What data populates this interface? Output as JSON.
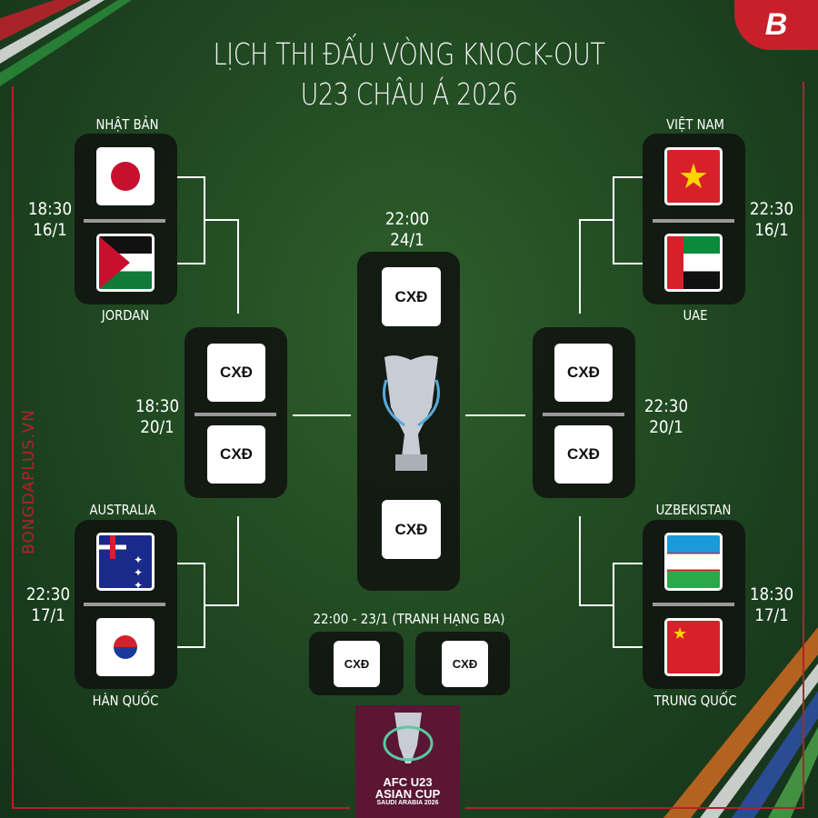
{
  "title": {
    "line1": "LỊCH THI ĐẤU VÒNG KNOCK-OUT",
    "line2": "U23 CHÂU Á 2026"
  },
  "watermark": "BONGDAPLUS.VN",
  "brand_logo": "B",
  "tbd": "CXĐ",
  "quarterfinals": [
    {
      "team1": "NHẬT BẢN",
      "team2": "JORDAN",
      "time": "18:30",
      "date": "16/1"
    },
    {
      "team1": "VIỆT NAM",
      "team2": "UAE",
      "time": "22:30",
      "date": "16/1"
    },
    {
      "team1": "AUSTRALIA",
      "team2": "HÀN QUỐC",
      "time": "22:30",
      "date": "17/1"
    },
    {
      "team1": "UZBEKISTAN",
      "team2": "TRUNG QUỐC",
      "time": "18:30",
      "date": "17/1"
    }
  ],
  "semifinals": [
    {
      "time": "18:30",
      "date": "20/1"
    },
    {
      "time": "22:30",
      "date": "20/1"
    }
  ],
  "final": {
    "time": "22:00",
    "date": "24/1"
  },
  "third_place": {
    "label": "22:00 - 23/1 (TRANH HẠNG BA)"
  },
  "tournament_logo": {
    "line1": "AFC U23",
    "line2": "ASIAN CUP",
    "line3": "SAUDI ARABIA 2026"
  },
  "colors": {
    "frame": "#b5202a",
    "logo_bg": "#5a1634"
  }
}
